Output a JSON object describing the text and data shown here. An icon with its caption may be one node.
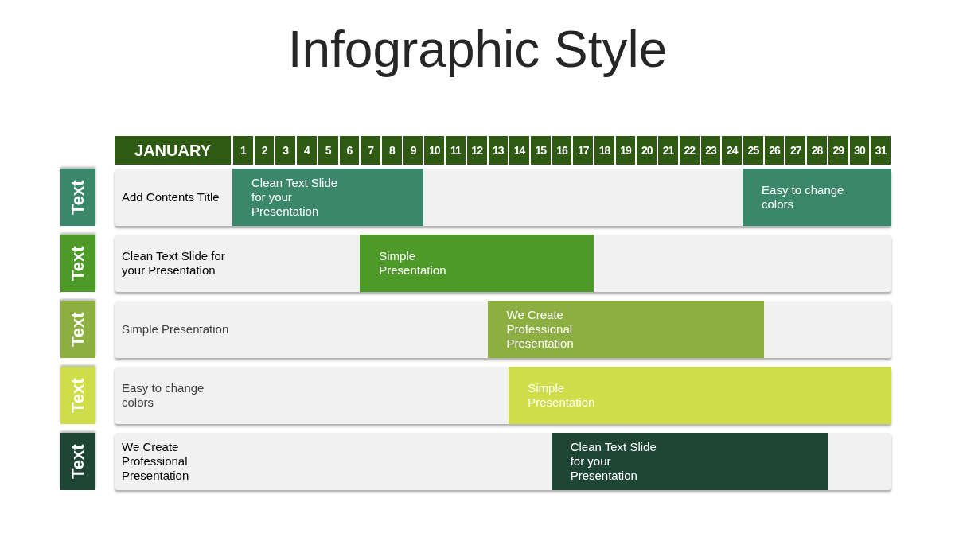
{
  "diagram": {
    "title": "Infographic Style",
    "nodes": [
      {
        "text": [
          "Text"
        ]
      },
      {
        "text": [
          "Add Contents Title"
        ]
      },
      {
        "text": [
          "Clean Text Slide for your Presentation"
        ],
        "in": 1
      },
      {
        "text": [
          "Easy to change colors"
        ],
        "in": 1
      },
      {
        "text": [
          "Text"
        ]
      },
      {
        "text": [
          "Clean Text Slide for your Presentation"
        ]
      },
      {
        "text": [
          "Simple Presentation"
        ],
        "in": 5
      },
      {
        "text": [
          "Text"
        ]
      },
      {
        "text": [
          "Simple Presentation"
        ]
      },
      {
        "text": [
          "We Create Professional Presentation"
        ],
        "in": 8
      },
      {
        "text": [
          "Text"
        ]
      },
      {
        "text": [
          "Easy to change colors"
        ]
      },
      {
        "text": [
          "Simple Presentation"
        ],
        "in": 11
      },
      {
        "text": [
          "Text"
        ]
      },
      {
        "text": [
          "We Create Professional Presentation"
        ]
      },
      {
        "text": [
          "Clean Text Slide for your Presentation"
        ],
        "in": 14
      }
    ],
    "edges": [],
    "labels": [
      "JANUARY",
      "1",
      "2",
      "3",
      "4",
      "5",
      "6",
      "7",
      "8",
      "9",
      "10",
      "11",
      "12",
      "13",
      "14",
      "15",
      "16",
      "17",
      "18",
      "19",
      "20",
      "21",
      "22",
      "23",
      "24",
      "25",
      "26",
      "27",
      "28",
      "29",
      "30",
      "31"
    ]
  }
}
